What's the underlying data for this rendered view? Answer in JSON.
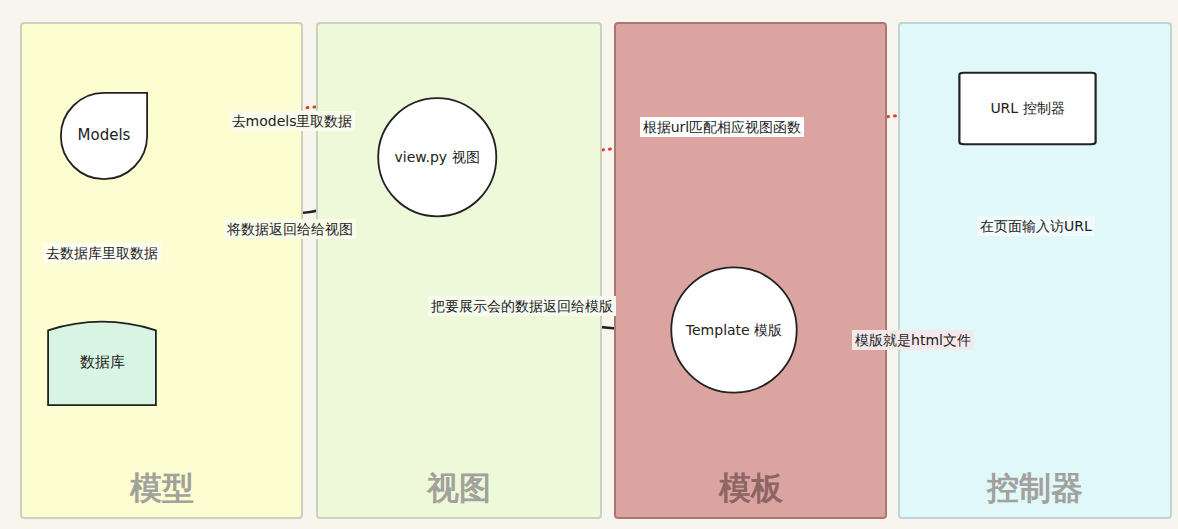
{
  "diagram": {
    "nodes": [
      {
        "text": [
          "模型"
        ]
      },
      {
        "text": [
          "Models"
        ],
        "in": 0
      },
      {
        "text": [
          "数据库"
        ],
        "in": 0
      },
      {
        "text": [
          "视图"
        ]
      },
      {
        "text": [
          "view.py 视图"
        ],
        "in": 3
      },
      {
        "text": [
          "模板"
        ]
      },
      {
        "text": [
          "Template 模版"
        ],
        "in": 5
      },
      {
        "text": [
          "控制器"
        ]
      },
      {
        "text": [
          "URL 控制器"
        ],
        "in": 7
      }
    ],
    "edges": [
      {
        "from": 4,
        "to": 1,
        "label": "去models里取数据",
        "arrow": "to"
      },
      {
        "from": 1,
        "to": 4,
        "label": "将数据返回给给视图",
        "arrow": "to"
      },
      {
        "from": 1,
        "to": 2,
        "label": "去数据库里取数据",
        "arrow": "to"
      },
      {
        "from": 8,
        "to": 4,
        "label": "根据url匹配相应视图函数",
        "arrow": "to"
      },
      {
        "from": 4,
        "to": 6,
        "label": "把要展示会的数据返回给模版",
        "arrow": "to"
      }
    ],
    "labels": [
      "模版就是html文件",
      "在页面输入访URL"
    ]
  }
}
